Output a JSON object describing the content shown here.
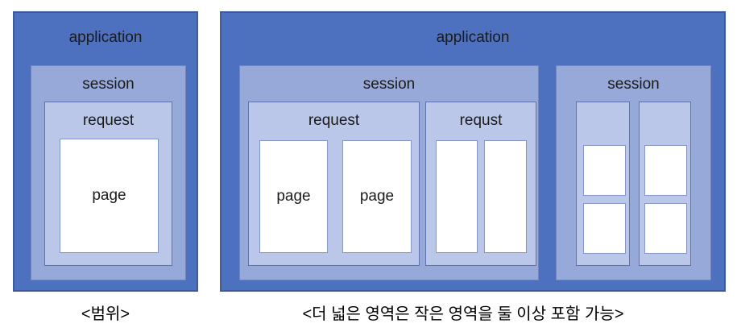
{
  "left_diagram": {
    "application_label": "application",
    "session_label": "session",
    "request_label": "request",
    "page_label": "page",
    "caption": "<범위>"
  },
  "right_diagram": {
    "application_label": "application",
    "session1": {
      "label": "session",
      "request1": {
        "label": "request",
        "page1_label": "page",
        "page2_label": "page"
      },
      "request2": {
        "label": "requst"
      }
    },
    "session2": {
      "label": "session"
    },
    "caption": "<더 넓은 영역은 작은 영역을 둘 이상 포함 가능>"
  },
  "colors": {
    "background": "#FFFFFF",
    "application_fill": "#4D71BF",
    "application_border": "#3D5C9E",
    "session_fill": "#96A9D9",
    "session_border": "#7285BC",
    "request_fill": "#BAC7E8",
    "request_border": "#5F72AB",
    "page_fill": "#FFFFFF",
    "page_border": "#8495C6",
    "label_text": "#1B1B1B"
  }
}
